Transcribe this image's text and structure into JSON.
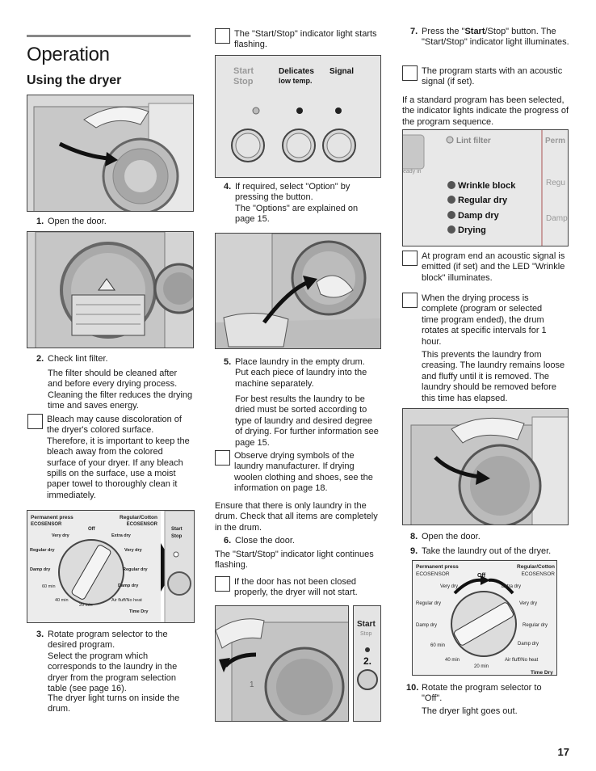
{
  "page": {
    "title": "Operation",
    "subtitle": "Using the dryer",
    "page_number": "17"
  },
  "col1": {
    "step1": {
      "num": "1.",
      "text": "Open the door."
    },
    "step2": {
      "num": "2.",
      "text": "Check lint filter.",
      "body": "The filter should be cleaned after and before every drying process. Cleaning the filter reduces the drying time and saves energy."
    },
    "note_bleach": "Bleach may cause discoloration of the dryer's colored surface. Therefore, it is important to keep the bleach away from the colored surface of your dryer.  If any bleach spills on the surface, use a moist paper towel to thoroughly clean it immediately.",
    "step3": {
      "num": "3.",
      "text": "Rotate program selector to the desired program.",
      "body1": "Select the program which corresponds to the laundry in the dryer from the program selection table (see page 16).",
      "body2": "The dryer light turns on inside the drum."
    },
    "dial": {
      "left_header": "Permanent press",
      "left_sensor": "ECOSENSOR",
      "right_header": "Regular/Cotton",
      "right_sensor": "ECOSENSOR",
      "off": "Off",
      "very_dry_l": "Very dry",
      "extra_dry": "Extra dry",
      "regular_dry_l": "Regular dry",
      "damp_dry_l": "Damp dry",
      "very_dry_r": "Very dry",
      "regular_dry_r": "Regular dry",
      "damp_dry_r": "Damp dry",
      "min60": "60 min",
      "min40": "40 min",
      "min20": "20 min",
      "air_fluff": "Air fluff/No heat",
      "time_dry": "Time Dry",
      "start": "Start",
      "stop": "Stop"
    }
  },
  "col2": {
    "note_flash": "The \"Start/Stop\" indicator light starts flashing.",
    "panel": {
      "start": "Start",
      "stop": "Stop",
      "delicates": "Delicates",
      "low_temp": "low temp.",
      "signal": "Signal"
    },
    "step4": {
      "num": "4.",
      "text": "If required, select \"Option\" by pressing the button.",
      "body": "The \"Options\" are explained on page 15."
    },
    "step5": {
      "num": "5.",
      "text": "Place laundry in the empty drum. Put each piece of laundry into the machine separately.",
      "body": "For best results the laundry to be dried must be sorted according to type of laundry and desired degree of drying. For further information see page 15."
    },
    "note_symbols": "Observe drying symbols of the laundry manufacturer. If drying woolen clothing and shoes, see the information on page 18.",
    "para_only": "Ensure that there is only laundry in the drum. Check that all items are completely in the drum.",
    "step6": {
      "num": "6.",
      "text": "Close the door."
    },
    "para_flash": "The \"Start/Stop\" indicator light continues flashing.",
    "note_door": "If the door has not been closed properly, the dryer will not start.",
    "fig_close": {
      "start": "Start",
      "stop": "Stop",
      "two": "2.",
      "one": "1"
    }
  },
  "col3": {
    "step7": {
      "num": "7.",
      "text_a": "Press the \"",
      "text_bold": "Start",
      "text_b": "/Stop\" button. The \"Start/Stop\" indicator light illuminates."
    },
    "note_acoustic": "The program starts with an acoustic signal (if set).",
    "para_progress": "If a standard program has been selected, the indicator lights indicate the progress of the program sequence.",
    "progress_panel": {
      "lint": "Lint filter",
      "ready": "eady in",
      "perm": "Perm",
      "regu": "Regu",
      "damp": "Damp",
      "items": [
        "Wrinkle block",
        "Regular dry",
        "Damp dry",
        "Drying"
      ]
    },
    "note_end": "At program end  an acoustic signal is emitted (if set) and the LED \"Wrinkle block\" illuminates.",
    "note_complete": "When the drying process is complete (program or selected time program ended), the drum rotates at specific intervals for 1 hour.",
    "para_prevent": "This prevents the laundry from creasing. The laundry remains loose and fluffy until it is removed. The laundry should be removed before this time has elapsed.",
    "step8": {
      "num": "8.",
      "text": "Open the door."
    },
    "step9": {
      "num": "9.",
      "text": "Take the laundry out of the dryer."
    },
    "dial2": {
      "left_header": "Permanent press",
      "left_sensor": "ECOSENSOR",
      "right_header": "Regular/Cotton",
      "right_sensor": "ECOSENSOR",
      "off": "Off",
      "very_dry_l": "Very dry",
      "extra_dry": "Extra dry",
      "regular_dry_l": "Regular dry",
      "damp_dry_l": "Damp dry",
      "very_dry_r": "Very dry",
      "regular_dry_r": "Regular dry",
      "damp_dry_r": "Damp dry",
      "min60": "60 min",
      "min40": "40 min",
      "min20": "20 min",
      "air_fluff": "Air fluff/No heat",
      "time_dry": "Time Dry"
    },
    "step10": {
      "num": "10.",
      "text": "Rotate the program selector to \"Off\".",
      "body": "The dryer light goes out."
    }
  }
}
